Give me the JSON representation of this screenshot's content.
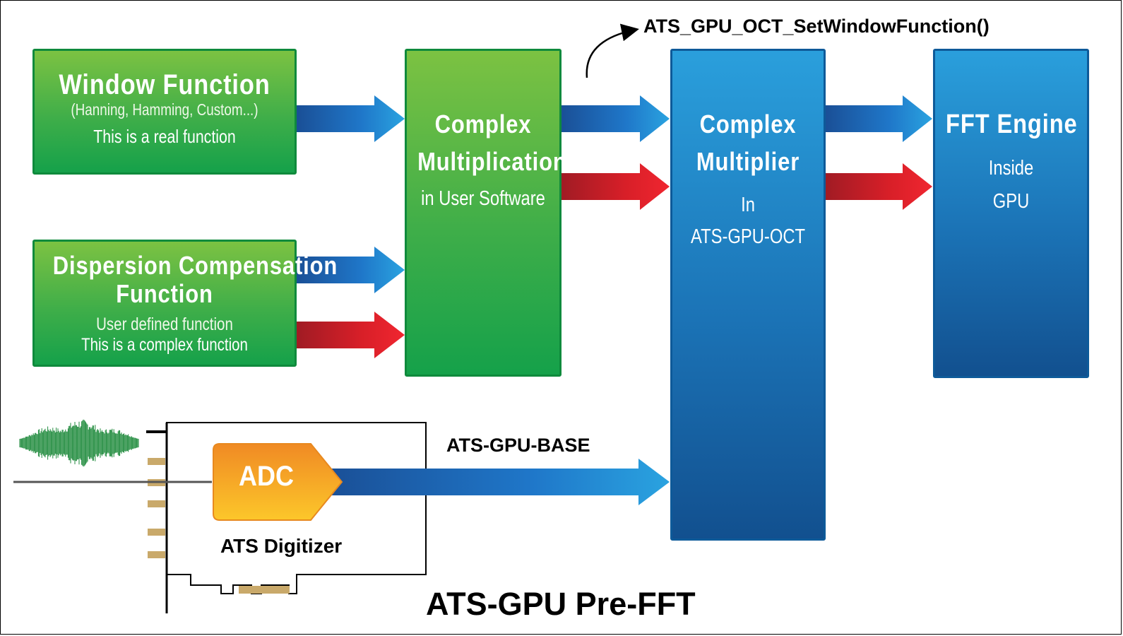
{
  "boxes": {
    "window_function": {
      "title": "Window Function",
      "subtitle": "(Hanning, Hamming, Custom...)",
      "note": "This is a real function"
    },
    "dispersion": {
      "title_line1": "Dispersion Compensation",
      "title_line2": "Function",
      "note_line1": "User defined function",
      "note_line2": "This is a complex function"
    },
    "complex_mult": {
      "title_line1": "Complex",
      "title_line2": "Multiplication",
      "note": "in User Software"
    },
    "complex_multiplier": {
      "title_line1": "Complex",
      "title_line2": "Multiplier",
      "note_line1": "In",
      "note_line2": "ATS-GPU-OCT"
    },
    "fft": {
      "title": "FFT Engine",
      "note_line1": "Inside",
      "note_line2": "GPU"
    }
  },
  "labels": {
    "api_call": "ATS_GPU_OCT_SetWindowFunction()",
    "base_link": "ATS-GPU-BASE",
    "adc": "ADC",
    "digitizer": "ATS Digitizer",
    "caption": "ATS-GPU Pre-FFT"
  },
  "colors": {
    "green_box": "#3fae49",
    "blue_box": "#1b73b6",
    "real_arrow": "#1f7fcf",
    "imag_arrow": "#e31e26",
    "adc": "#f7a823"
  },
  "icons": [
    "waveform-icon",
    "curved-arrow-icon",
    "pcie-card-icon"
  ]
}
